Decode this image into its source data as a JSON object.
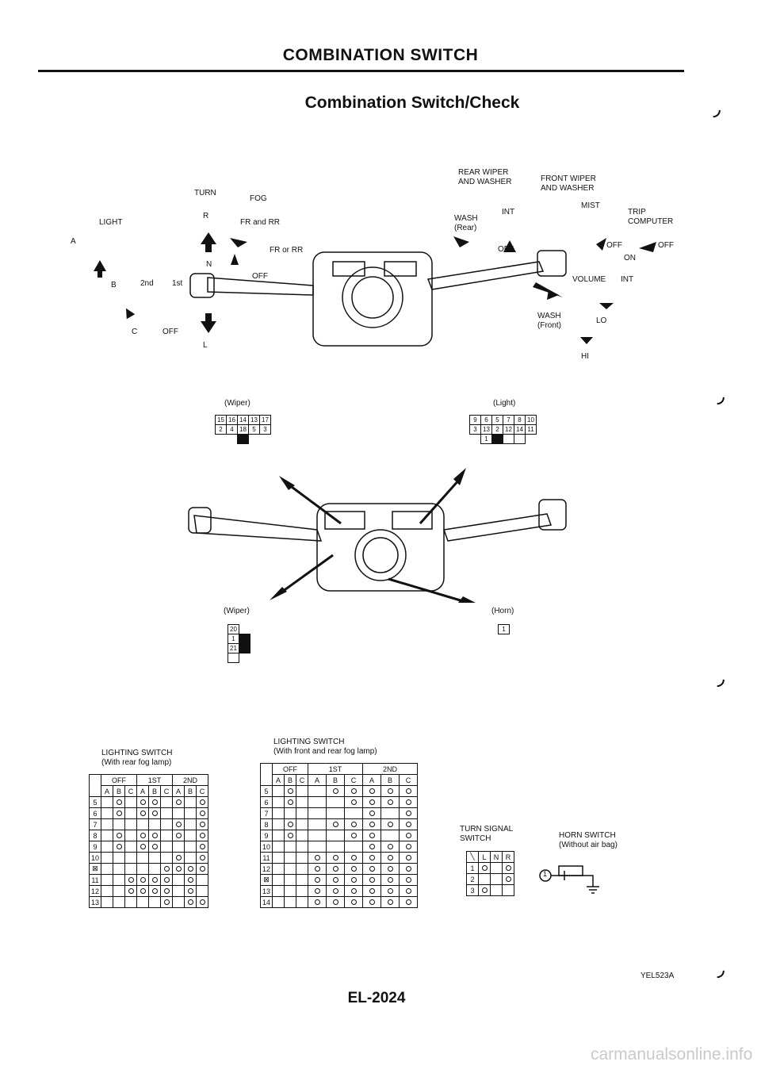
{
  "header": {
    "section_title": "COMBINATION SWITCH",
    "subtitle": "Combination Switch/Check"
  },
  "light_switch": {
    "title": "LIGHT",
    "positions": [
      "A",
      "B",
      "2nd",
      "1st",
      "C",
      "OFF"
    ]
  },
  "turn_switch": {
    "title": "TURN",
    "positions": [
      "R",
      "N",
      "L"
    ]
  },
  "fog_switch": {
    "title": "FOG",
    "positions": [
      "FR and RR",
      "FR or RR",
      "OFF"
    ]
  },
  "rear_wiper": {
    "title": "REAR WIPER\nAND WASHER",
    "positions": [
      "WASH\n(Rear)",
      "INT",
      "OFF"
    ]
  },
  "front_wiper": {
    "title": "FRONT WIPER\nAND WASHER",
    "positions": [
      "MIST",
      "OFF",
      "VOLUME",
      "INT",
      "WASH\n(Front)",
      "LO",
      "HI"
    ]
  },
  "trip_computer": {
    "title": "TRIP\nCOMPUTER",
    "positions": [
      "OFF",
      "ON"
    ]
  },
  "connectors": {
    "wiper_top_label": "(Wiper)",
    "wiper_top_rows": [
      [
        "15",
        "16",
        "14",
        "13",
        "17"
      ],
      [
        "2",
        "4",
        "18",
        "5",
        "3"
      ]
    ],
    "light_label": "(Light)",
    "light_rows": [
      [
        "9",
        "6",
        "5",
        "7",
        "8",
        "10"
      ],
      [
        "3",
        "13",
        "2",
        "12",
        "14",
        "11"
      ],
      [
        "",
        "1",
        "",
        "",
        ""
      ]
    ],
    "wiper_bottom_label": "(Wiper)",
    "wiper_bottom_terminals": [
      "20",
      "1",
      "21"
    ],
    "horn_label": "(Horn)",
    "horn_terminals": [
      "1"
    ]
  },
  "table_rear_fog": {
    "title": "LIGHTING SWITCH\n(With rear fog lamp)",
    "groups": [
      "OFF",
      "1ST",
      "2ND"
    ],
    "sub_headers": [
      "A",
      "B",
      "C",
      "A",
      "B",
      "C",
      "A",
      "B",
      "C"
    ],
    "rows": [
      "5",
      "6",
      "7",
      "8",
      "9",
      "10",
      "⊠",
      "11",
      "12",
      "13"
    ]
  },
  "table_front_rear_fog": {
    "title": "LIGHTING SWITCH\n(With front and rear fog lamp)",
    "groups": [
      "OFF",
      "1ST",
      "2ND"
    ],
    "sub_headers": [
      "A",
      "B",
      "C",
      "A",
      "B",
      "C",
      "A",
      "B",
      "C"
    ],
    "rows": [
      "5",
      "6",
      "7",
      "8",
      "9",
      "10",
      "11",
      "12",
      "⊠",
      "13",
      "14"
    ]
  },
  "turn_signal": {
    "title": "TURN SIGNAL\nSWITCH",
    "headers": [
      "L",
      "N",
      "R"
    ],
    "rows": [
      "1",
      "2",
      "3"
    ]
  },
  "horn_switch": {
    "title": "HORN SWITCH\n(Without air bag)",
    "terminal": "1"
  },
  "footer": {
    "figure_code": "YEL523A",
    "page_number": "EL-2024",
    "watermark": "carmanualsonline.info"
  }
}
